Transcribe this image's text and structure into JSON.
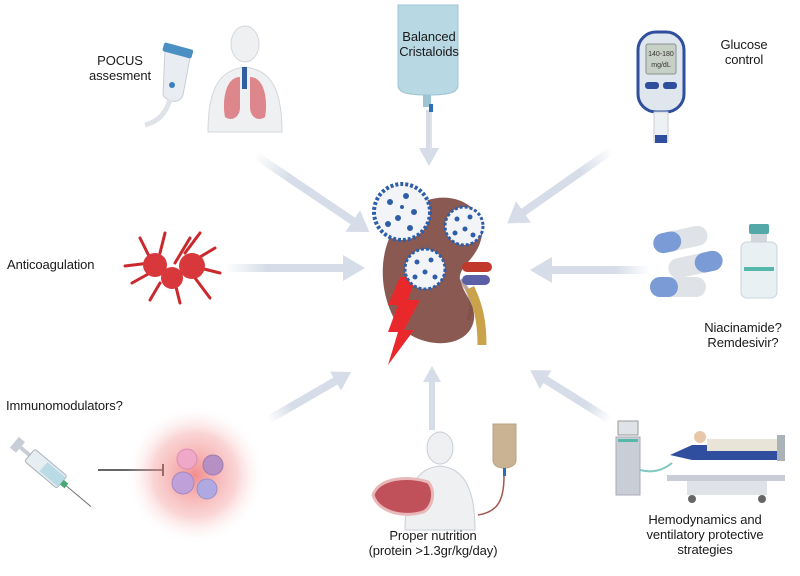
{
  "figure": {
    "center": {
      "label": "kidney-with-sars-cov-2-and-injury",
      "colors": {
        "kidney": "#8a5a52",
        "virus_blue": "#2e5ea8",
        "lightning": "#e8282a",
        "artery": "#c0392b",
        "vein": "#5a5fa8",
        "ureter": "#c9a24a"
      }
    },
    "arrow_color": "#d6dde8",
    "interventions": [
      {
        "id": "pocus",
        "lines": [
          "POCUS",
          "assesment"
        ]
      },
      {
        "id": "fluids",
        "lines": [
          "Balanced",
          "Cristaloids"
        ]
      },
      {
        "id": "glucose",
        "lines": [
          "Glucose",
          "control"
        ],
        "meter_display": [
          "140-180",
          "mg/dL"
        ]
      },
      {
        "id": "anticoagulation",
        "lines": [
          "Anticoagulation"
        ]
      },
      {
        "id": "drugs",
        "lines": [
          "Niacinamide?",
          "Remdesivir?"
        ]
      },
      {
        "id": "immunomodulators",
        "lines": [
          "Immunomodulators?"
        ]
      },
      {
        "id": "nutrition",
        "lines": [
          "Proper nutrition",
          "(protein >1.3gr/kg/day)"
        ]
      },
      {
        "id": "hemodynamics",
        "lines": [
          "Hemodynamics and",
          "ventilatory protective",
          "strategies"
        ]
      }
    ]
  }
}
